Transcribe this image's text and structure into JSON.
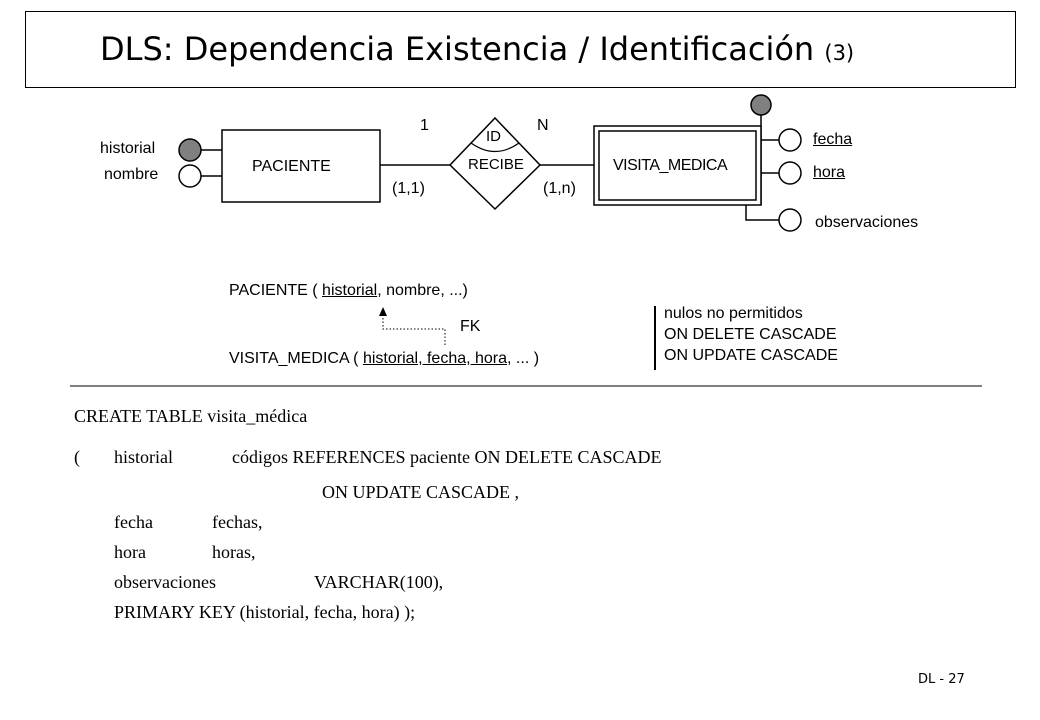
{
  "title": {
    "main": "DLS: Dependencia Existencia / Identificación",
    "number": "(3)"
  },
  "er": {
    "entity_left": "PACIENTE",
    "entity_right": "VISITA_MEDICA",
    "relationship": "RECIBE",
    "relationship_tag": "ID",
    "card_left": "1",
    "card_right": "N",
    "part_left": "(1,1)",
    "part_right": "(1,n)",
    "attrs_left": [
      "historial",
      "nombre"
    ],
    "attrs_right": [
      "fecha",
      "hora",
      "observaciones"
    ]
  },
  "schema": {
    "paciente_name": "PACIENTE ( ",
    "paciente_key": "historial",
    "paciente_rest": ", nombre, ...)",
    "fk_label": "FK",
    "visita_name": "VISITA_MEDICA ( ",
    "visita_key": "historial, fecha, hora",
    "visita_rest": ",  ... )",
    "notes": [
      "nulos no permitidos",
      "ON DELETE CASCADE",
      "ON UPDATE CASCADE"
    ]
  },
  "sql": {
    "line1": "CREATE TABLE visita_médica",
    "paren": "(",
    "col1_name": "historial",
    "col1_type": "códigos REFERENCES paciente ON DELETE CASCADE",
    "col1_cont": "ON UPDATE CASCADE ,",
    "col2_name": "fecha",
    "col2_type": "fechas,",
    "col3_name": "hora",
    "col3_type": "horas,",
    "col4_name": "observaciones",
    "col4_type": "VARCHAR(100),",
    "pk": "PRIMARY KEY (historial, fecha, hora) );"
  },
  "footer": "DL - 27",
  "colors": {
    "key_attribute_fill": "#808080",
    "line": "#000000"
  }
}
